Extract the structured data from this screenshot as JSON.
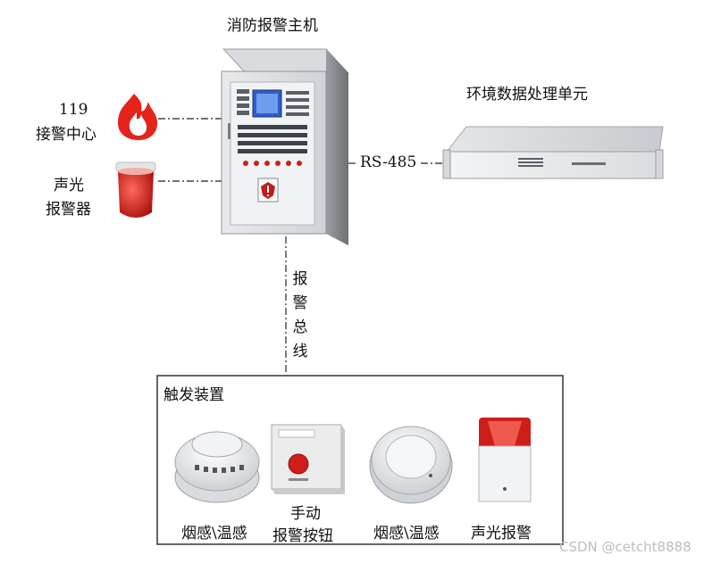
{
  "main_unit": {
    "title": "消防报警主机"
  },
  "env_unit": {
    "title": "环境数据处理单元",
    "link": "RS-485"
  },
  "alarm_center": {
    "number": "119",
    "name": "接警中心"
  },
  "sound_light": {
    "line1": "声光",
    "line2": "报警器"
  },
  "bus": {
    "chars": [
      "报",
      "警",
      "总",
      "线"
    ]
  },
  "triggers": {
    "title": "触发装置",
    "items": [
      {
        "label": "烟感\\温感"
      },
      {
        "line1": "手动",
        "line2": "报警按钮"
      },
      {
        "label": "烟感\\温感"
      },
      {
        "label": "声光报警"
      }
    ]
  },
  "watermark": "CSDN @cetcht8888"
}
